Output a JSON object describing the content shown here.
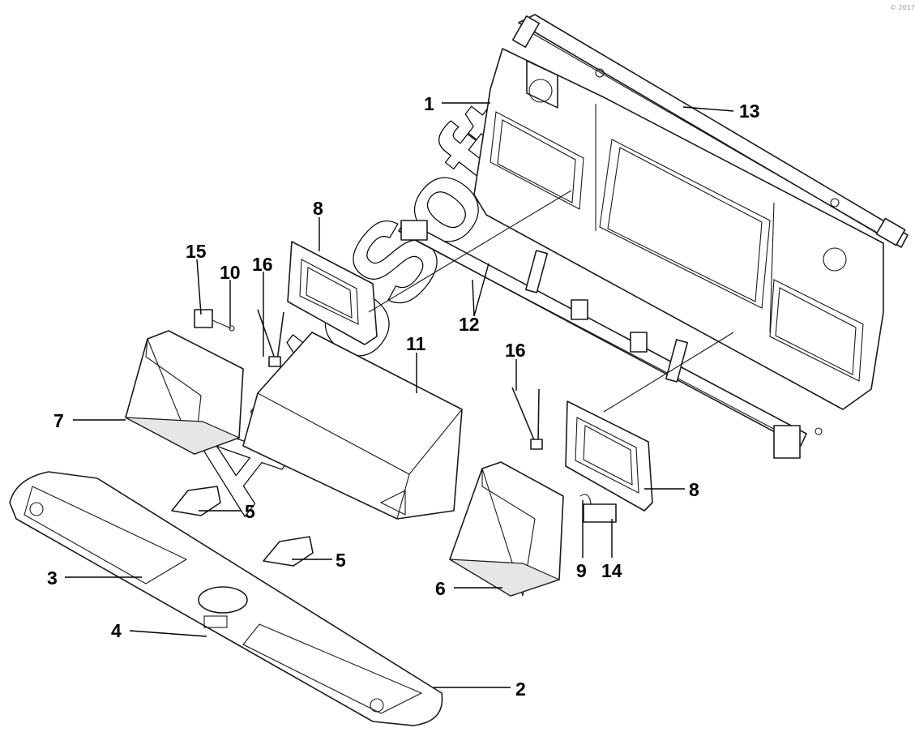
{
  "watermark": "AutoSoft",
  "corner_mark": "© 2017",
  "callouts": [
    {
      "id": "c1",
      "label": "1"
    },
    {
      "id": "c13",
      "label": "13"
    },
    {
      "id": "c8a",
      "label": "8"
    },
    {
      "id": "c15",
      "label": "15"
    },
    {
      "id": "c10",
      "label": "10"
    },
    {
      "id": "c16a",
      "label": "16"
    },
    {
      "id": "c12",
      "label": "12"
    },
    {
      "id": "c11",
      "label": "11"
    },
    {
      "id": "c16b",
      "label": "16"
    },
    {
      "id": "c7",
      "label": "7"
    },
    {
      "id": "c8b",
      "label": "8"
    },
    {
      "id": "c5a",
      "label": "5"
    },
    {
      "id": "c5b",
      "label": "5"
    },
    {
      "id": "c9",
      "label": "9"
    },
    {
      "id": "c14",
      "label": "14"
    },
    {
      "id": "c3",
      "label": "3"
    },
    {
      "id": "c6",
      "label": "6"
    },
    {
      "id": "c4",
      "label": "4"
    },
    {
      "id": "c2",
      "label": "2"
    }
  ]
}
